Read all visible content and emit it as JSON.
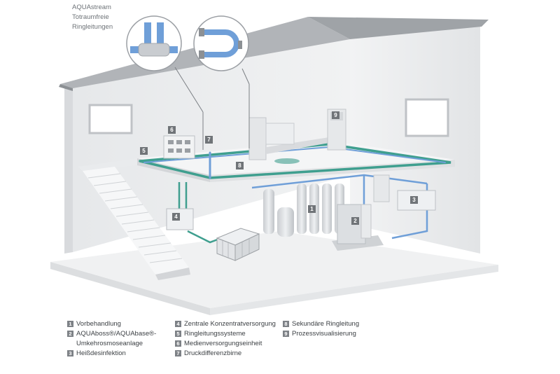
{
  "callout": {
    "line1": "AQUAstream",
    "line2": "Totraumfreie",
    "line3": "Ringleitungen"
  },
  "tags": [
    "1",
    "2",
    "3",
    "4",
    "5",
    "6",
    "7",
    "8",
    "9"
  ],
  "legend": {
    "col1": [
      {
        "num": "1",
        "label": "Vorbehandlung"
      },
      {
        "num": "2",
        "label": "AQUAboss®/AQUAbase®-",
        "label2": "Umkehrosmoseanlage"
      },
      {
        "num": "3",
        "label": "Heißdesinfektion"
      }
    ],
    "col2": [
      {
        "num": "4",
        "label": "Zentrale Konzentratversorgung"
      },
      {
        "num": "5",
        "label": "Ringleitungssysteme"
      },
      {
        "num": "6",
        "label": "Medienversorgungseinheit"
      },
      {
        "num": "7",
        "label": "Druckdifferenzbirne"
      }
    ],
    "col3": [
      {
        "num": "8",
        "label": "Sekundäre Ringleitung"
      },
      {
        "num": "9",
        "label": "Prozessvisualisierung"
      }
    ]
  },
  "colors": {
    "pipe_blue": "#6f9fd8",
    "pipe_green": "#3f9f8f",
    "wall": "#eceef0",
    "roof": "#a9acb0",
    "tag": "#707478"
  }
}
